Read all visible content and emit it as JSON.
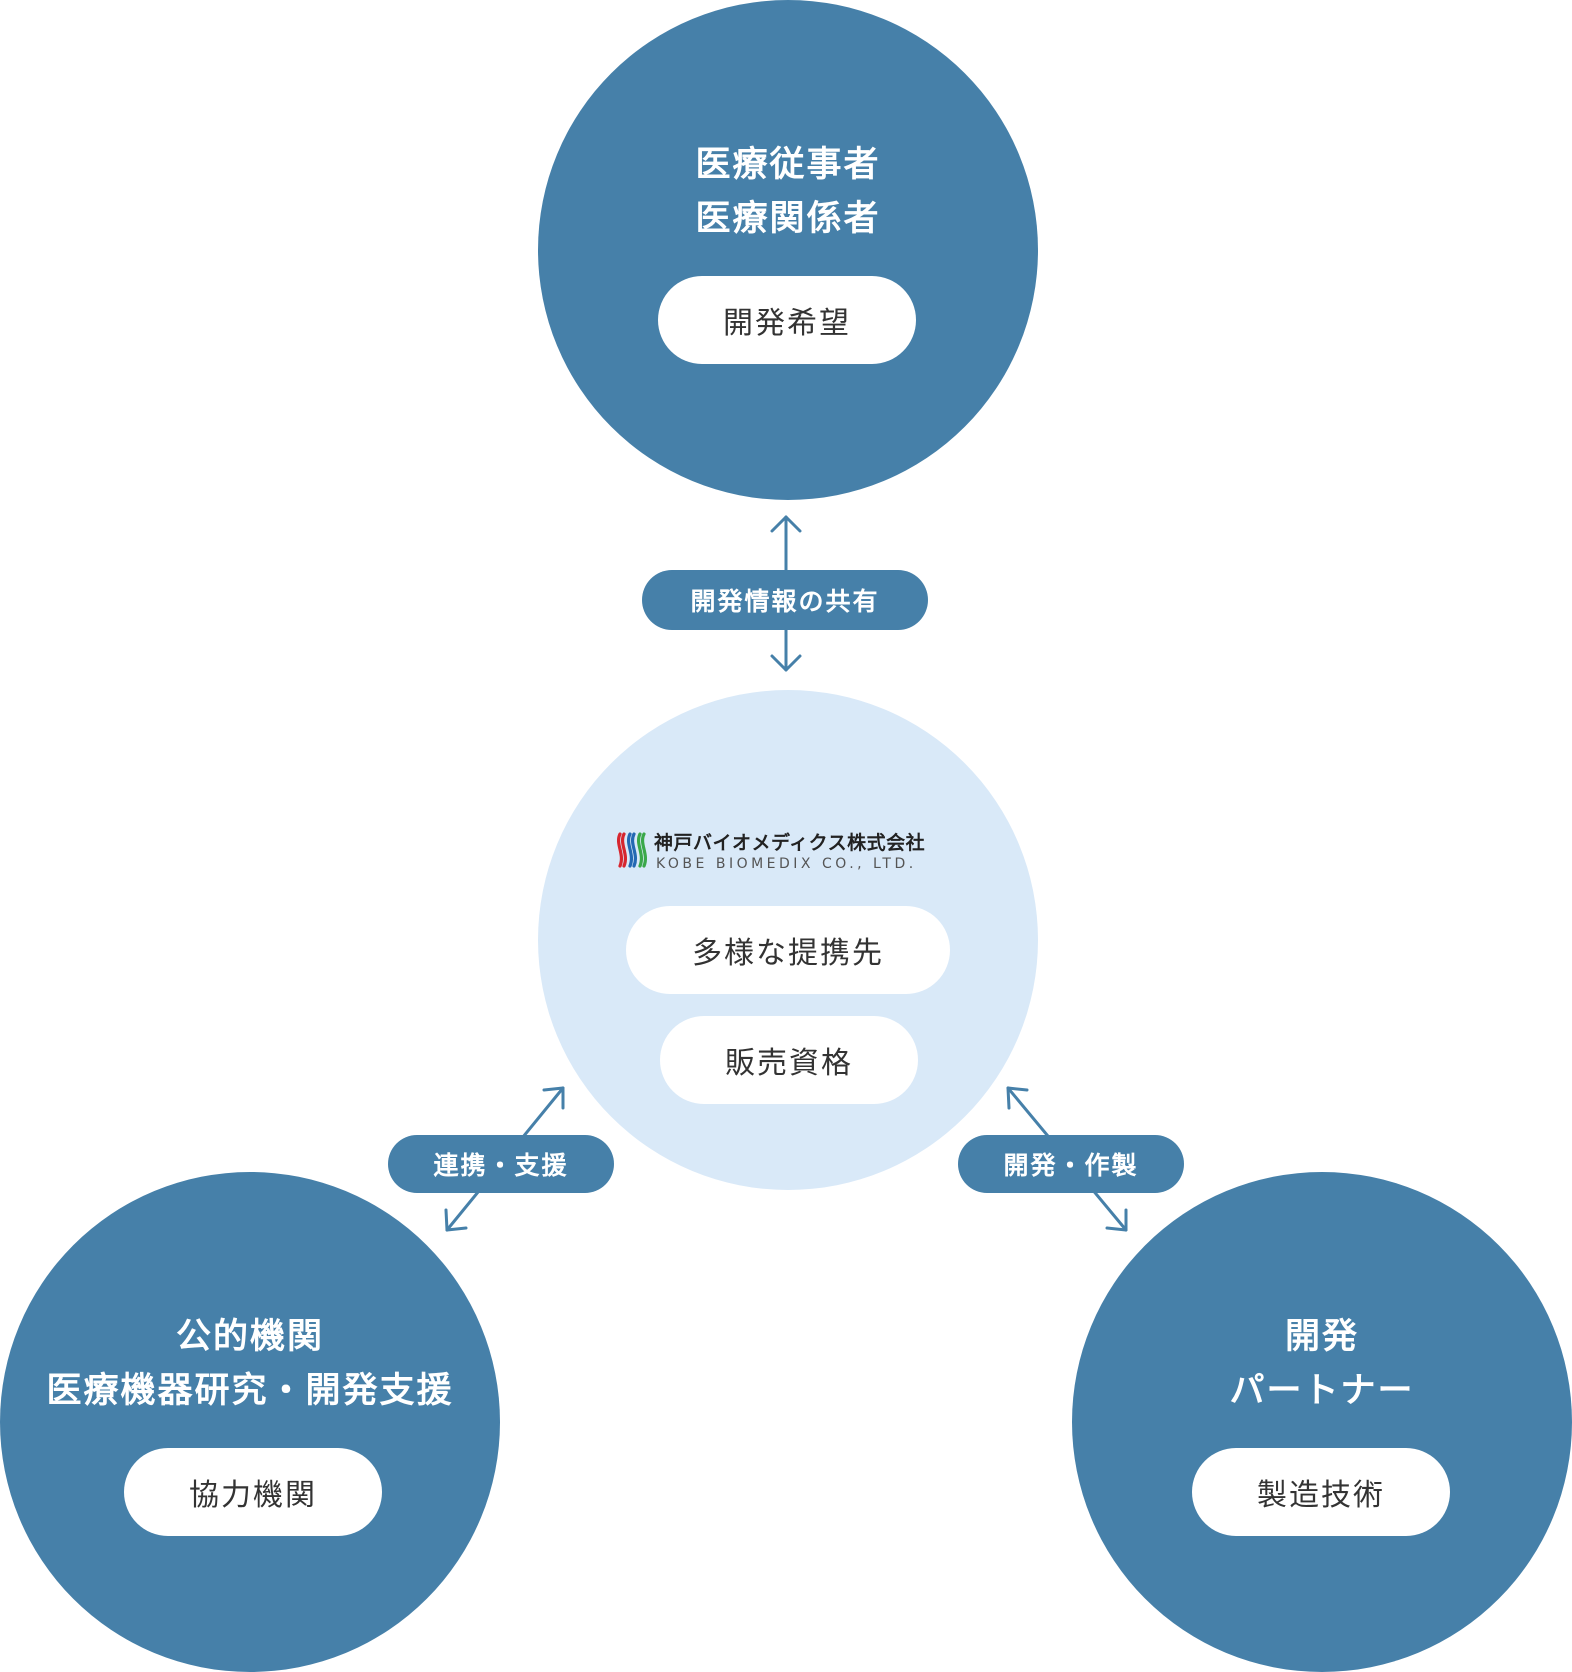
{
  "colors": {
    "node_fill": "#4680a9",
    "center_fill": "#d9e9f8",
    "pill_fill": "#ffffff",
    "pill_text": "#333333",
    "arrow": "#4680a9"
  },
  "nodes": {
    "top": {
      "title_line1": "医療従事者",
      "title_line2": "医療関係者",
      "pill": "開発希望"
    },
    "left": {
      "title_line1": "公的機関",
      "title_line2": "医療機器研究・開発支援",
      "pill": "協力機関"
    },
    "right": {
      "title_line1": "開発",
      "title_line2": "パートナー",
      "pill": "製造技術"
    },
    "center": {
      "logo_name_ja": "神戸バイオメディクス株式会社",
      "logo_name_en": "KOBE BIOMEDIX CO., LTD.",
      "pill1": "多様な提携先",
      "pill2": "販売資格"
    }
  },
  "links": {
    "top": "開発情報の共有",
    "left": "連携・支援",
    "right": "開発・作製"
  }
}
